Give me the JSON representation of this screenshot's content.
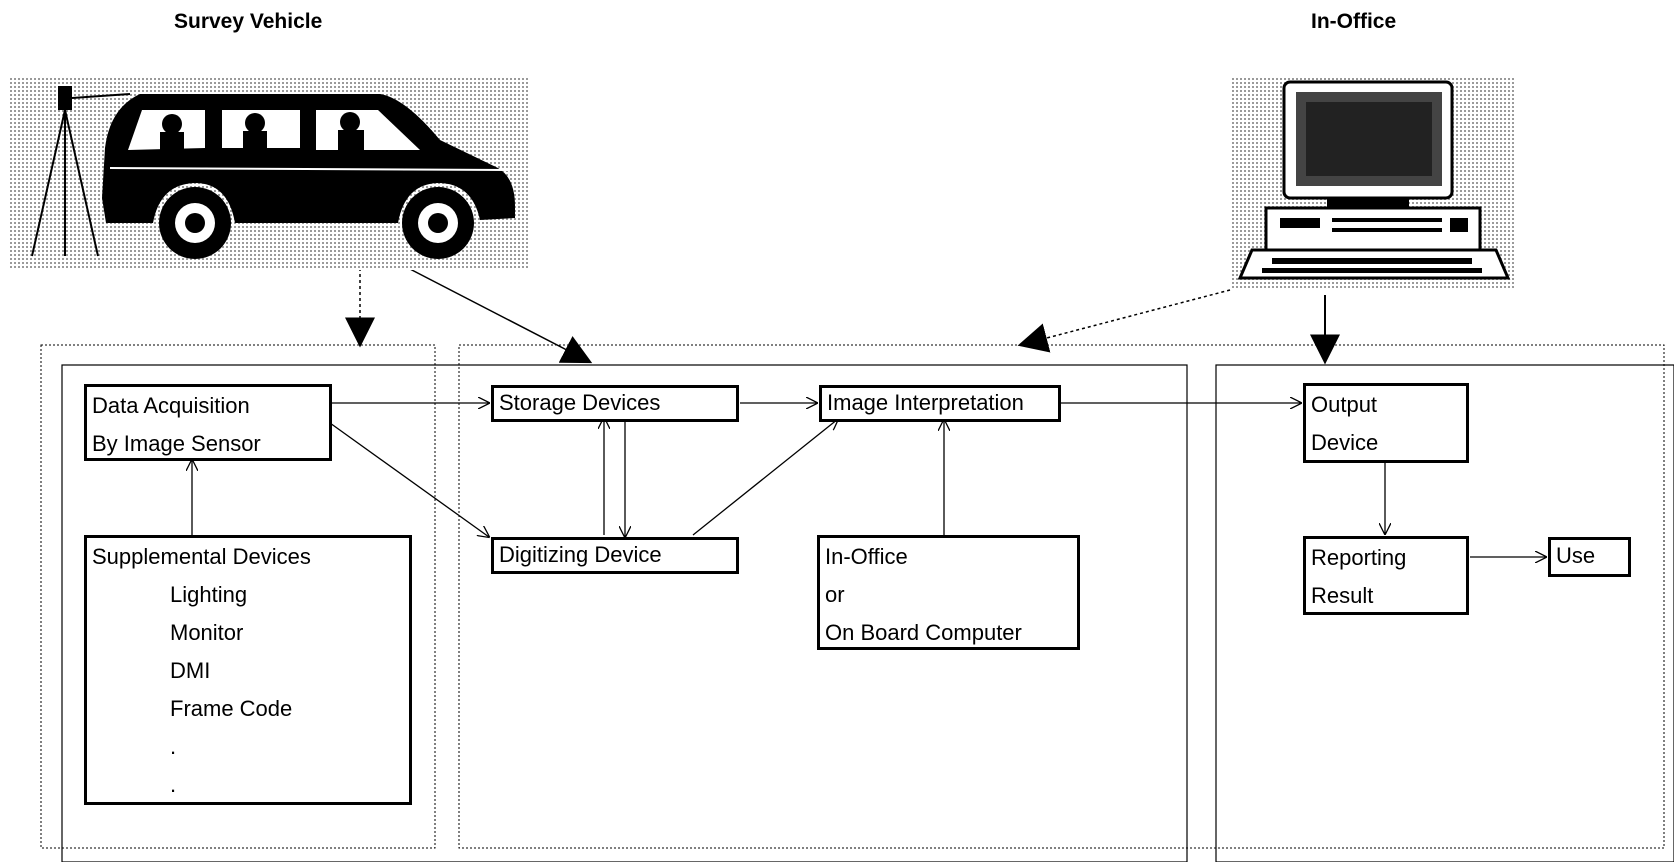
{
  "headers": {
    "survey_vehicle": "Survey Vehicle",
    "in_office": "In-Office"
  },
  "boxes": {
    "data_acquisition": [
      "Data Acquisition",
      "By Image Sensor"
    ],
    "supplemental": {
      "title": "Supplemental Devices",
      "items": [
        "Lighting",
        "Monitor",
        "DMI",
        "Frame Code",
        ".",
        "."
      ]
    },
    "storage": "Storage Devices",
    "digitizing": "Digitizing Device",
    "image_interpretation": "Image Interpretation",
    "computer": [
      "In-Office",
      "or",
      "On Board Computer"
    ],
    "output": [
      "Output",
      "Device"
    ],
    "reporting": [
      "Reporting",
      "Result"
    ],
    "use": "Use"
  },
  "icons": {
    "vehicle": "survey-van-with-camera-icon",
    "computer": "desktop-computer-icon"
  },
  "colors": {
    "line": "#000000",
    "halftone": "#b8b8b8",
    "background": "#ffffff"
  }
}
